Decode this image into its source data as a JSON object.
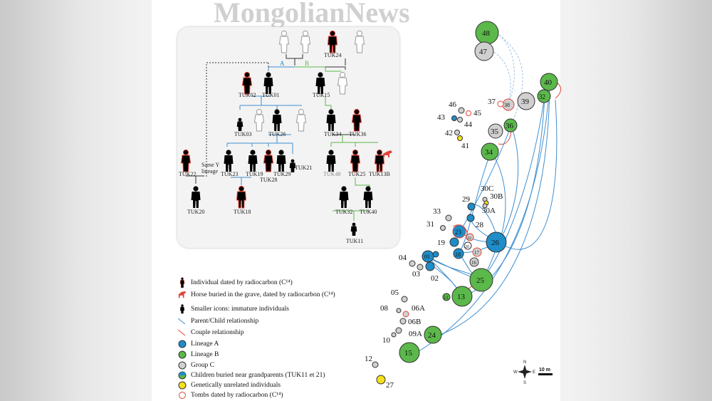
{
  "watermark": "MongolianNews",
  "tree": {
    "individuals": {
      "tuk24": "TUK24",
      "tuk02": "TUK02",
      "tuk01": "TUK01",
      "tuk15": "TUK15",
      "tuk03": "TUK03",
      "tuk26": "TUK26",
      "tuk34": "TUK34",
      "tuk36": "TUK36",
      "tuk22": "TUK22",
      "tuk23": "TUK23",
      "tuk19": "TUK19",
      "tuk29": "TUK29",
      "tuk21": "TUK21",
      "tuk28": "TUK28",
      "tuk48": "TUK48",
      "tuk25": "TUK25",
      "tuk13b": "TUK13B",
      "tuk20": "TUK20",
      "tuk18": "TUK18",
      "tuk32": "TUK32",
      "tuk40": "TUK40",
      "tuk11": "TUK11"
    },
    "branch_a": "A",
    "branch_b": "B",
    "same_y_line1": "Same Y",
    "same_y_line2": "lineage"
  },
  "map": {
    "tombs": [
      "48",
      "47",
      "40",
      "32",
      "39",
      "38",
      "37",
      "46",
      "45",
      "43",
      "44",
      "42",
      "41",
      "36",
      "35",
      "34",
      "30C",
      "30B",
      "30A",
      "29",
      "33",
      "28",
      "31",
      "23",
      "26",
      "22",
      "20",
      "19",
      "17",
      "18",
      "04",
      "01",
      "16",
      "03",
      "02",
      "25",
      "13",
      "11",
      "05",
      "08",
      "06A",
      "06B",
      "09A",
      "10",
      "24",
      "15",
      "12",
      "27"
    ],
    "compass": {
      "n": "N",
      "s": "S",
      "e": "E",
      "w": "W"
    },
    "scale": "10 m"
  },
  "legend": [
    "Individual dated by radiocarbon (C¹⁴)",
    "Horse buried in the grave, dated by radiocarbon (C¹⁴)",
    "Smaller icons: immature individuals",
    "Parent/Child relationship",
    "Couple relationship",
    "Lineage A",
    "Lineage B",
    "Group C",
    "Children buried near grandparents (TUK11 et 21)",
    "Genetically unrelated individuals",
    "Tombs dated by radiocarbon (C¹⁴)"
  ],
  "colors": {
    "lineage_a": "#1f8dc8",
    "lineage_b": "#5bb84a",
    "group_c": "#d0d0d0",
    "unrelated": "#f4e01c",
    "radiocarbon": "#e0453a",
    "parent_child": "#3f8fd0"
  }
}
